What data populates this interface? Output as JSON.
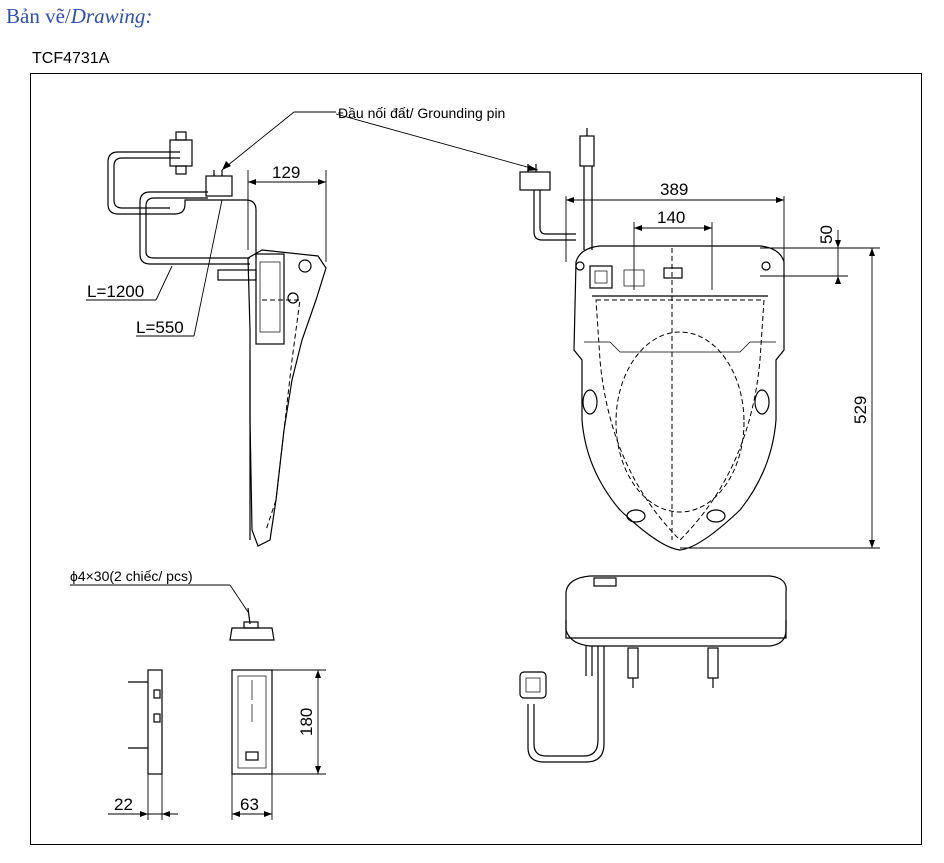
{
  "heading": {
    "vi": "Bản vẽ/",
    "en": "Drawing:"
  },
  "model": "TCF4731A",
  "labels": {
    "grounding_pin": "Đầu nối đất/ Grounding pin",
    "screw_spec": "ϕ4×30(2 chiếc/ pcs)",
    "hose_long": "L=1200",
    "hose_short": "L=550"
  },
  "dimensions": {
    "side_depth": "129",
    "total_width": "389",
    "mount_spacing": "140",
    "back_offset": "50",
    "total_length": "529",
    "plate_height": "180",
    "plate_thickness": "22",
    "plate_width": "63"
  }
}
